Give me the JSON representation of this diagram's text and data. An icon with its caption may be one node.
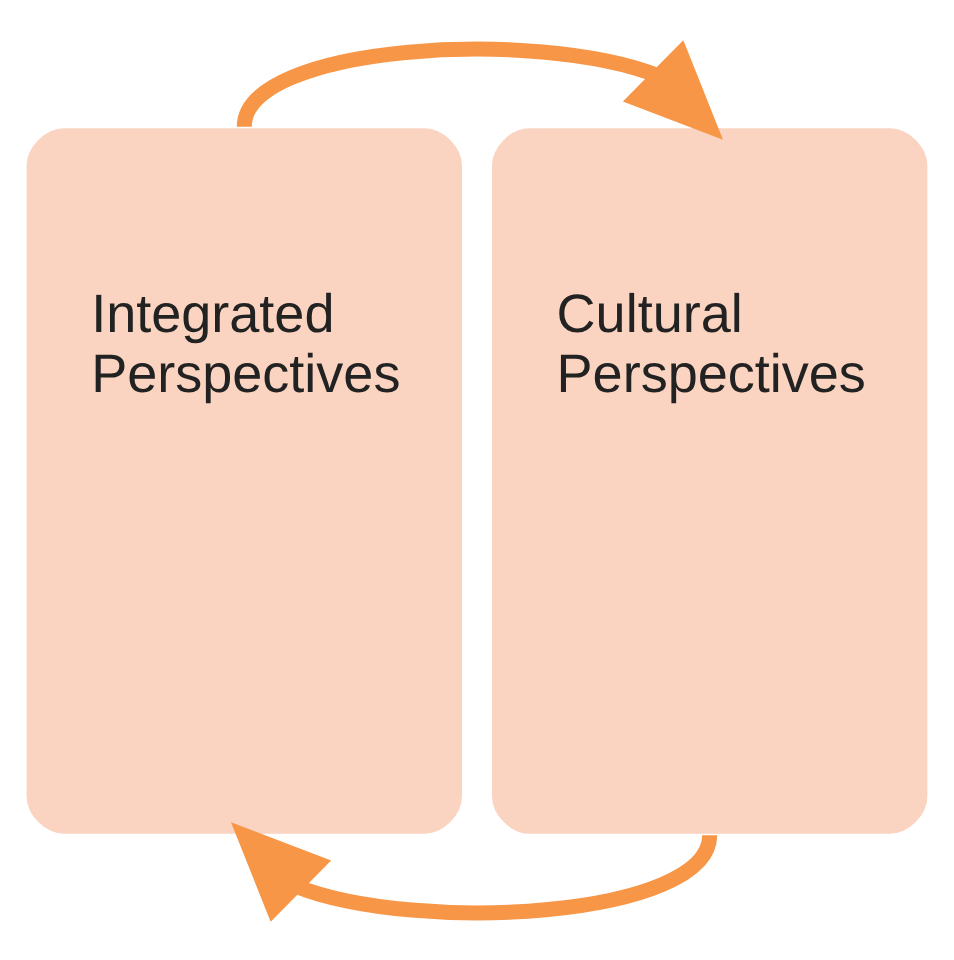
{
  "diagram": {
    "nodes": [
      {
        "text": [
          "Integrated Perspectives"
        ]
      },
      {
        "text": [
          "Cultural Perspectives"
        ]
      }
    ],
    "edges": [
      {
        "from": 0,
        "to": 1,
        "arrow": "to"
      },
      {
        "from": 1,
        "to": 0,
        "arrow": "to"
      }
    ]
  }
}
